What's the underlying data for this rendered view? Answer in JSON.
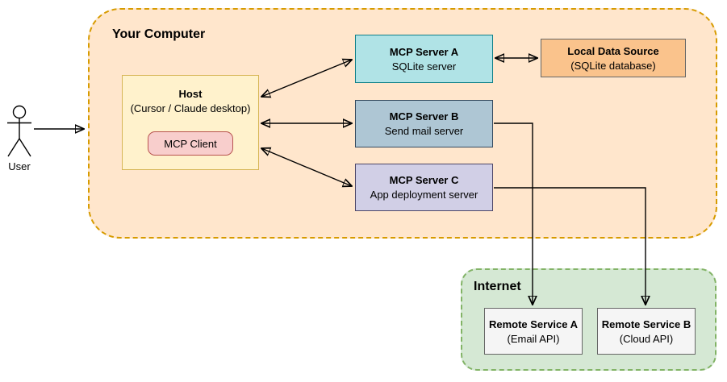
{
  "colors": {
    "text_color": "#000000",
    "connector_color": "#000000",
    "your_computer_fill": "#FFE6CC",
    "your_computer_border": "#D79B00",
    "internet_fill": "#D5E8D4",
    "internet_border": "#82B366",
    "host_fill": "#FFF2CC",
    "host_border": "#D6B656",
    "mcp_client_fill": "#F8CECC",
    "mcp_client_border": "#B85450",
    "server_a_fill": "#B0E3E6",
    "server_a_border": "#0E8088",
    "server_b_fill": "#AEC6D4",
    "server_b_border": "#34495E",
    "server_c_fill": "#D1CFE6",
    "server_c_border": "#4D4667",
    "local_data_fill": "#FAC38C",
    "local_data_border": "#666666",
    "remote_fill": "#F5F5F5",
    "remote_border": "#666666"
  },
  "user": {
    "label": "User"
  },
  "your_computer": {
    "title": "Your Computer",
    "host": {
      "title": "Host",
      "subtitle": "(Cursor / Claude desktop)",
      "mcp_client_label": "MCP Client"
    },
    "servers": [
      {
        "title": "MCP Server A",
        "subtitle": "SQLite server"
      },
      {
        "title": "MCP Server B",
        "subtitle": "Send mail server"
      },
      {
        "title": "MCP Server C",
        "subtitle": "App deployment server"
      }
    ],
    "local_data_source": {
      "title": "Local Data Source",
      "subtitle": "(SQLite database)"
    }
  },
  "internet": {
    "title": "Internet",
    "services": [
      {
        "title": "Remote Service A",
        "subtitle": "(Email API)"
      },
      {
        "title": "Remote Service B",
        "subtitle": "(Cloud API)"
      }
    ]
  },
  "connections": [
    {
      "from": "User",
      "to": "Your Computer",
      "style": "arrow"
    },
    {
      "from": "Host",
      "to": "MCP Server A",
      "style": "double-arrow"
    },
    {
      "from": "Host",
      "to": "MCP Server B",
      "style": "double-arrow"
    },
    {
      "from": "Host",
      "to": "MCP Server C",
      "style": "double-arrow"
    },
    {
      "from": "MCP Server A",
      "to": "Local Data Source",
      "style": "double-arrow"
    },
    {
      "from": "MCP Server B",
      "to": "Remote Service A",
      "style": "arrow"
    },
    {
      "from": "MCP Server C",
      "to": "Remote Service B",
      "style": "arrow"
    }
  ]
}
